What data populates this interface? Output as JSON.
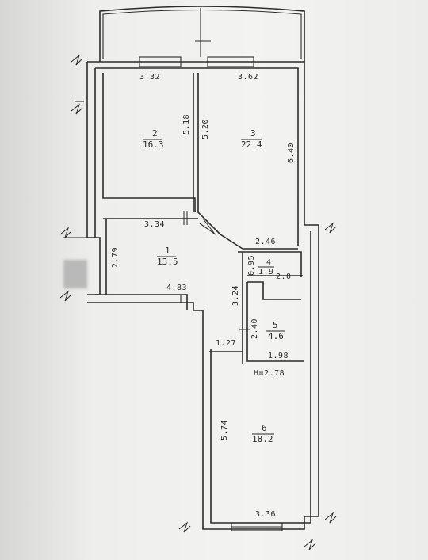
{
  "plan": {
    "rooms": [
      {
        "number": "1",
        "area": "13.5"
      },
      {
        "number": "2",
        "area": "16.3"
      },
      {
        "number": "3",
        "area": "22.4"
      },
      {
        "number": "4",
        "area": "1.9"
      },
      {
        "number": "5",
        "area": "4.6"
      },
      {
        "number": "6",
        "area": "18.2"
      }
    ],
    "dimensions": {
      "room2_width": "3.32",
      "room3_width": "3.62",
      "room2_length": "5.18",
      "room3_left_length": "5.20",
      "room3_right_length": "6.40",
      "room1_top": "3.34",
      "room1_height": "2.79",
      "room1_bottom": "4.83",
      "corridor_top": "2.46",
      "room4_height": "0.95",
      "room4_width": "2.0",
      "hall_length": "3.24",
      "room5_height": "2.40",
      "room5_width": "1.98",
      "passage_width": "1.27",
      "ceiling_height": "H=2.78",
      "room6_length": "5.74",
      "room6_width": "3.36"
    }
  }
}
